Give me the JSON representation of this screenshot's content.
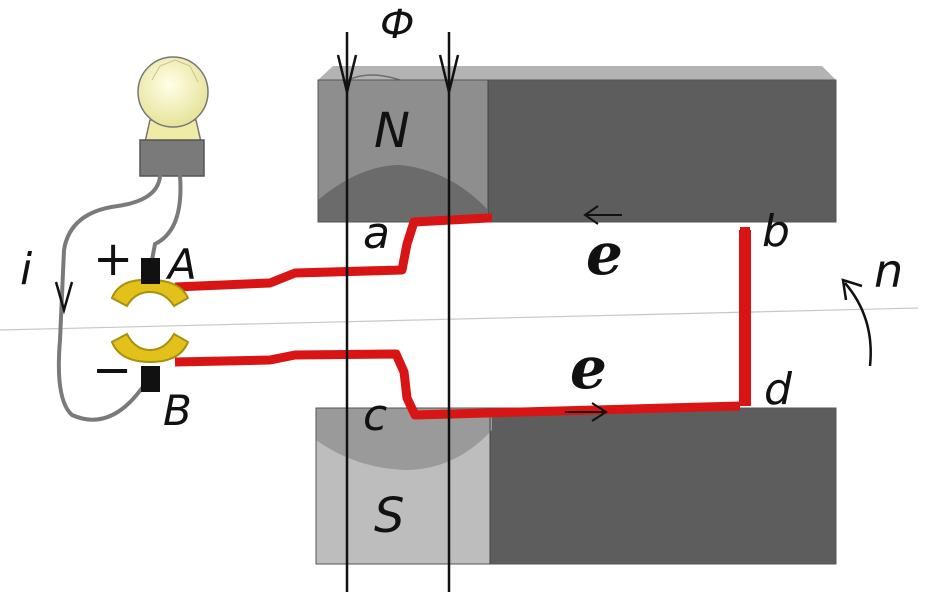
{
  "labels": {
    "flux": "Ф",
    "north_pole": "N",
    "south_pole": "S",
    "point_a": "a",
    "point_b": "b",
    "point_c": "c",
    "point_d": "d",
    "emf_top": "e",
    "emf_bottom": "e",
    "terminal_a": "A",
    "terminal_b": "B",
    "plus": "+",
    "minus": "−",
    "current": "i",
    "rotation": "n"
  },
  "colors": {
    "magnet_dark": "#5e5e5e",
    "magnet_mid": "#7d7d7d",
    "magnet_light": "#a9a9a9",
    "conductor": "#e01515",
    "ring": "#e2c21a",
    "bulb": "#f4f2b6",
    "lead_wire": "#7a7a7a"
  },
  "icons": [
    "lamp-icon",
    "slip-ring-icon",
    "brush-icon"
  ]
}
